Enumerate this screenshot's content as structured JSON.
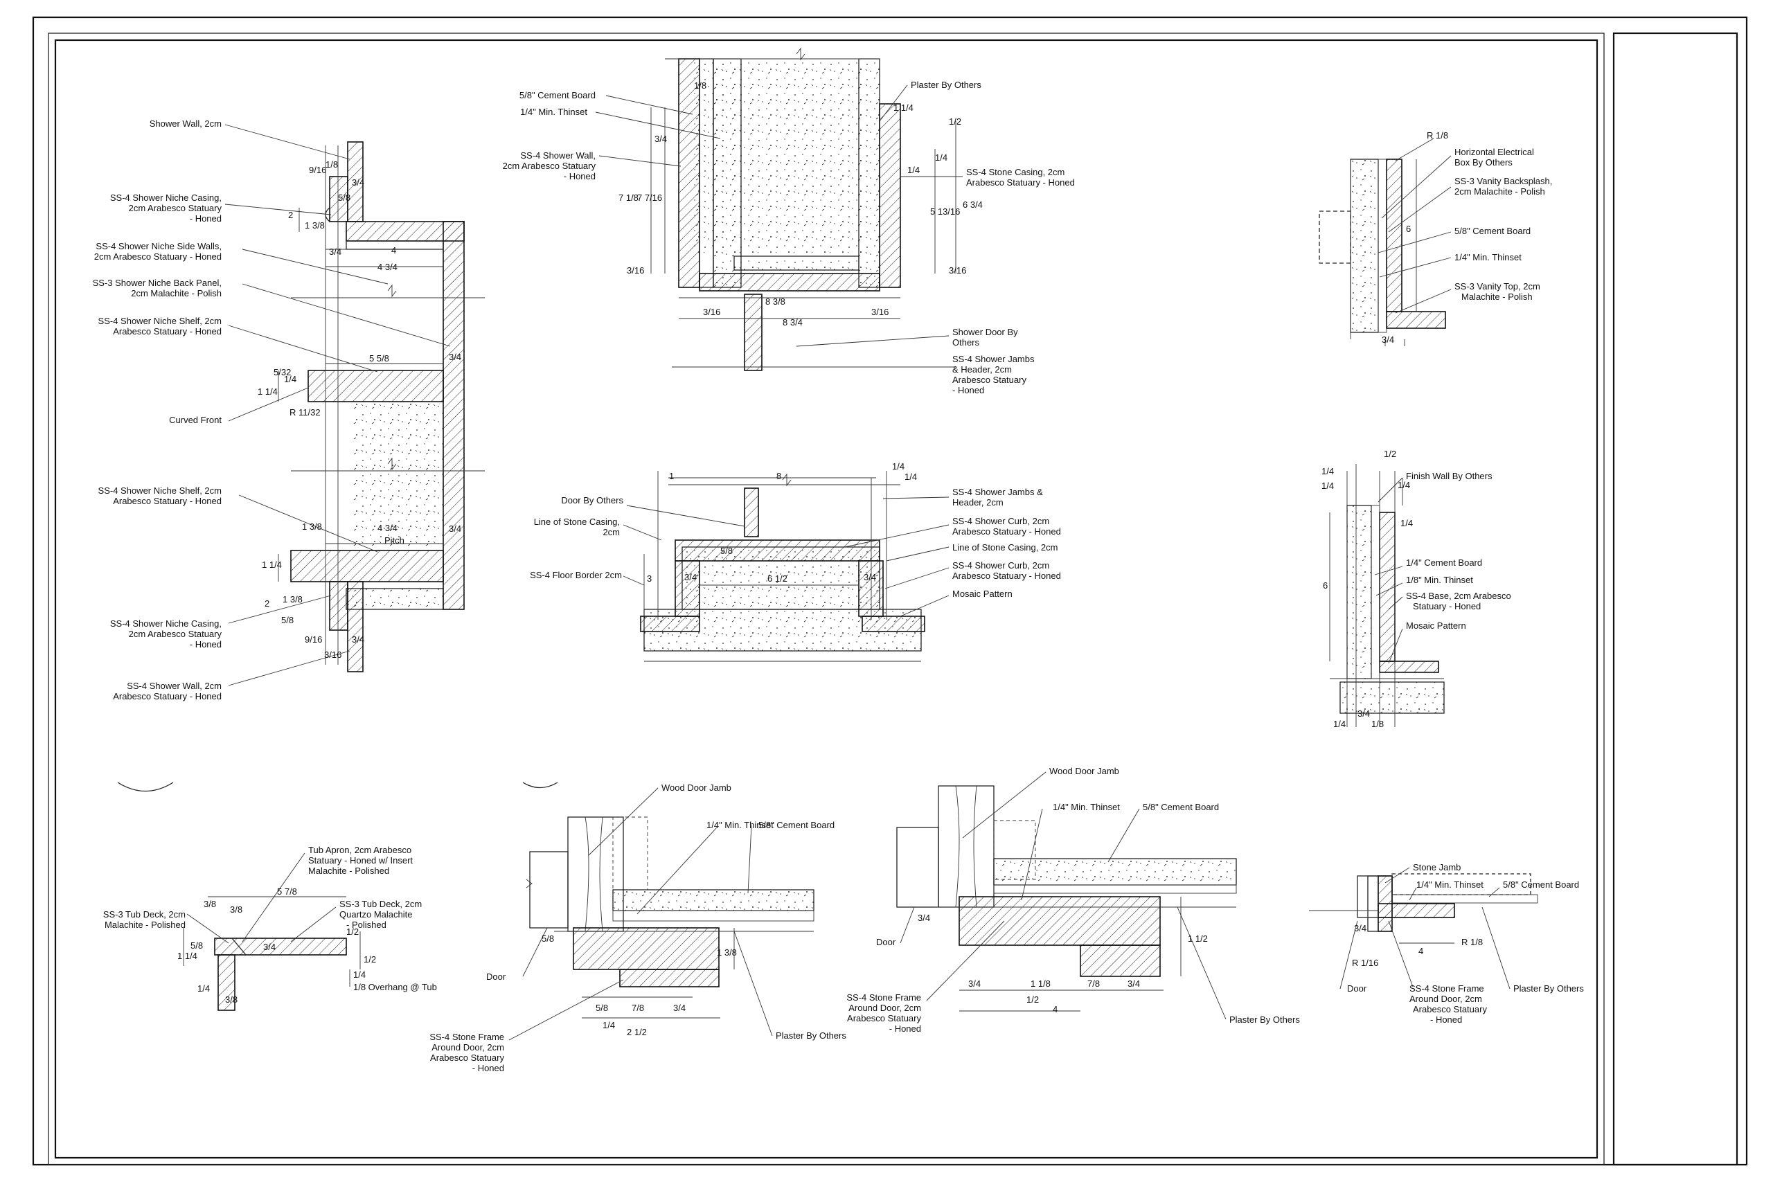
{
  "detail_top_left": {
    "labels": [
      "Shower Wall, 2cm",
      "SS-4 Shower Niche Casing,",
      "2cm   Arabesco Statuary",
      "- Honed",
      "SS-4 Shower Niche Side Walls,",
      "2cm  Arabesco Statuary  - Honed",
      "SS-3 Shower Niche Back Panel,",
      "2cm    Malachite - Polish",
      "SS-4 Shower Niche Shelf, 2cm",
      "Arabesco Statuary  - Honed",
      "Curved Front",
      "SS-4 Shower Niche Shelf, 2cm",
      "Arabesco Statuary  - Honed",
      "SS-4 Shower Niche Casing,",
      "2cm  Arabesco Statuary",
      "- Honed",
      "SS-4 Shower Wall, 2cm",
      "Arabesco Statuary  - Honed"
    ],
    "dims": [
      "1/8",
      "9/16",
      "3/4",
      "5/8",
      "2",
      "1 3/8",
      "3/4",
      "4",
      "4 3/4",
      "5 5/8",
      "3/4",
      "1 1/4",
      "5/32",
      "1/4",
      "R 11/32",
      "1 3/8",
      "4 3/4",
      "Pitch",
      "3/4",
      "1 1/4",
      "2",
      "1 3/8",
      "5/8",
      "9/16",
      "3/4",
      "3/16"
    ]
  },
  "detail_top_center": {
    "labels": [
      "5/8\" Cement Board",
      "1/4\" Min. Thinset",
      "SS-4 Shower Wall,",
      "2cm Arabesco Statuary",
      "- Honed",
      "Plaster By Others",
      "SS-4 Stone Casing, 2cm",
      "Arabesco Statuary  - Honed",
      "Shower Door By",
      "Others",
      "SS-4 Shower Jambs",
      "& Header, 2cm",
      "Arabesco Statuary",
      "- Honed"
    ],
    "dims": [
      "1/8",
      "1 1/4",
      "1/2",
      "3/4",
      "1/4",
      "1/4",
      "7 1/8",
      "7 7/16",
      "5 13/16",
      "6 3/4",
      "3/16",
      "3/16",
      "8 3/8",
      "3/16",
      "3/16",
      "8 3/4"
    ]
  },
  "detail_top_right": {
    "labels": [
      "Horizontal Electrical",
      "Box By Others",
      "SS-3 Vanity Backsplash,",
      "2cm   Malachite - Polish",
      "5/8\" Cement Board",
      "1/4\" Min. Thinset",
      "SS-3 Vanity Top, 2cm",
      "Malachite - Polish"
    ],
    "dims": [
      "R 1/8",
      "6",
      "3/4"
    ]
  },
  "detail_mid_center": {
    "labels": [
      "Door By Others",
      "Line of Stone Casing,",
      "2cm",
      "SS-4 Floor Border 2cm",
      "SS-4 Shower Jambs &",
      "Header, 2cm",
      "SS-4 Shower Curb, 2cm",
      "Arabesco Statuary  - Honed",
      "Line of Stone Casing, 2cm",
      "SS-4 Shower Curb, 2cm",
      "Arabesco Statuary  - Honed",
      "Mosaic Pattern"
    ],
    "dims": [
      "1",
      "8",
      "1/4",
      "1/4",
      "3",
      "5/8",
      "3/4",
      "6 1/2",
      "3/4"
    ]
  },
  "detail_mid_right": {
    "labels": [
      "Finish Wall By Others",
      "1/4\" Cement Board",
      "1/8\" Min. Thinset",
      "SS-4 Base, 2cm Arabesco",
      "Statuary  - Honed",
      "Mosaic Pattern"
    ],
    "dims": [
      "1/4",
      "1/2",
      "1/4",
      "1/4",
      "1/4",
      "6",
      "1/4",
      "3/4",
      "1/8"
    ]
  },
  "detail_bottom_1": {
    "labels": [
      "Tub Apron, 2cm Arabesco",
      "Statuary  - Honed w/ Insert",
      "Malachite - Polished",
      "SS-3 Tub Deck, 2cm",
      "Malachite - Polished",
      "SS-3 Tub Deck, 2cm",
      "Quartzo Malachite",
      "- Polished",
      "1/8 Overhang @ Tub"
    ],
    "dims": [
      "5 7/8",
      "3/8",
      "5/8",
      "3/4",
      "1 1/4",
      "1/4",
      "3/8",
      "1/2",
      "1/2",
      "1/4",
      "3/8"
    ]
  },
  "detail_bottom_2": {
    "labels": [
      "Wood Door Jamb",
      "1/4\" Min. Thinset",
      "5/8\" Cement Board",
      "Door",
      "SS-4 Stone Frame",
      "Around Door, 2cm",
      "Arabesco Statuary",
      "- Honed",
      "Plaster By Others"
    ],
    "dims": [
      "5/8",
      "1 3/8",
      "5/8",
      "7/8",
      "3/4",
      "1/4",
      "2 1/2"
    ]
  },
  "detail_bottom_3": {
    "labels": [
      "Wood Door Jamb",
      "1/4\" Min. Thinset",
      "5/8\" Cement Board",
      "Door",
      "SS-4 Stone Frame",
      "Around Door, 2cm",
      "Arabesco Statuary",
      "- Honed",
      "Plaster By Others"
    ],
    "dims": [
      "3/4",
      "1 1/2",
      "3/4",
      "1 1/8",
      "7/8",
      "3/4",
      "1/2",
      "4"
    ]
  },
  "detail_bottom_4": {
    "labels": [
      "Stone Jamb",
      "1/4\" Min. Thinset",
      "5/8\" Cement Board",
      "Door",
      "SS-4 Stone Frame",
      "Around Door, 2cm",
      "Arabesco Statuary",
      "- Honed",
      "Plaster By Others"
    ],
    "dims": [
      "3/4",
      "R 1/16",
      "4",
      "R 1/8"
    ]
  }
}
